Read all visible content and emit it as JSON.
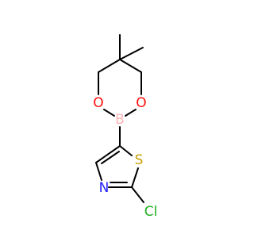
{
  "molecule": {
    "atoms": {
      "o_left": "O",
      "o_right": "O",
      "boron": "B",
      "sulfur": "S",
      "nitrogen": "N",
      "chlorine": "Cl"
    },
    "colors": {
      "bond": "#000000",
      "oxygen": "#ff0d0d",
      "boron": "#ffb5b5",
      "sulfur": "#c8a000",
      "nitrogen": "#2020ff",
      "chlorine": "#1fb01f"
    }
  }
}
